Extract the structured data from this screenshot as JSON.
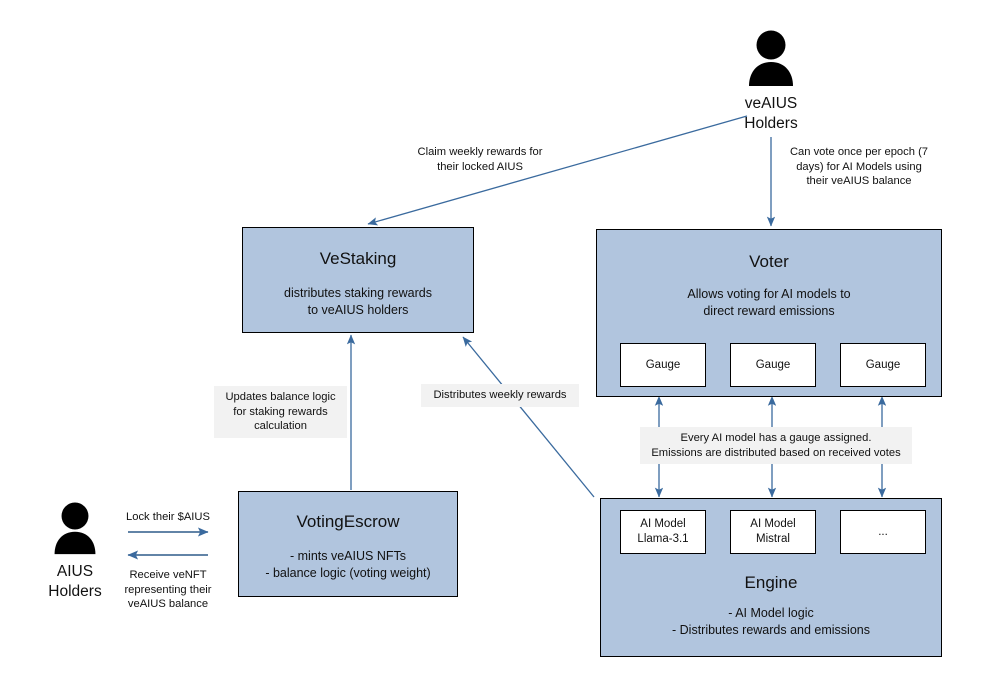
{
  "diagram": {
    "title": "veAIUS staking and voting architecture",
    "colors": {
      "node_fill": "#b1c5de",
      "node_border": "#000000",
      "subbox_fill": "#ffffff",
      "arrow": "#3a6a9e",
      "label_fill": "#f2f2f2",
      "background": "#ffffff"
    }
  },
  "actors": [
    {
      "id": "veaius-holders",
      "icon": "person-icon",
      "label": "veAIUS\nHolders"
    },
    {
      "id": "aius-holders",
      "icon": "person-icon",
      "label": "AIUS\nHolders"
    }
  ],
  "nodes": {
    "vestaking": {
      "title": "VeStaking",
      "desc": "distributes staking rewards\nto veAIUS holders"
    },
    "voter": {
      "title": "Voter",
      "desc": "Allows voting for AI models to\ndirect reward emissions",
      "gauges": [
        {
          "label": "Gauge"
        },
        {
          "label": "Gauge"
        },
        {
          "label": "Gauge"
        }
      ]
    },
    "votingescrow": {
      "title": "VotingEscrow",
      "desc": "- mints veAIUS NFTs\n- balance logic (voting weight)"
    },
    "engine": {
      "title": "Engine",
      "desc": "- AI Model logic\n- Distributes rewards and emissions",
      "models": [
        {
          "label": "AI Model\nLlama-3.1"
        },
        {
          "label": "AI Model\nMistral"
        },
        {
          "label": "..."
        }
      ]
    }
  },
  "edge_labels": {
    "claim_rewards": "Claim weekly rewards for\ntheir locked AIUS",
    "can_vote": "Can vote once per epoch (7\ndays)  for AI Models using\ntheir veAIUS balance",
    "updates_balance": "Updates balance logic\nfor staking rewards\ncalculation",
    "distributes_weekly": "Distributes weekly rewards",
    "gauge_assigned": "Every AI model has a gauge assigned.\nEmissions are distributed based on received votes",
    "lock_aius": "Lock their $AIUS",
    "receive_venft": "Receive veNFT\nrepresenting their\nveAIUS balance"
  }
}
